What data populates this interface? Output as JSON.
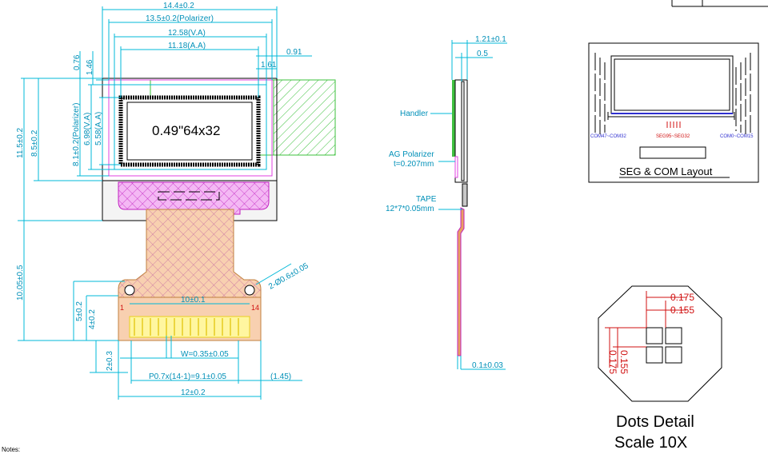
{
  "front_view": {
    "width_overall": "14.4±0.2",
    "width_polarizer": "13.5±0.2(Polarizer)",
    "width_va": "12.58(V.A)",
    "width_aa": "11.18(A.A)",
    "offset_091": "0.91",
    "offset_161": "1.61",
    "top_076": "0.76",
    "top_146": "1.46",
    "height_polarizer": "8.1±0.2(Polarizer)",
    "height_va": "6.98(V.A)",
    "height_aa": "5.58(A.A)",
    "height_glass": "8.5±0.2",
    "height_total": "11.5±0.2",
    "height_fpc": "10.05±0.5",
    "display_label": "0.49\"64x32",
    "pin_first": "1",
    "pin_last": "14",
    "hole_span": "10±0.1",
    "hole_dia": "2-Ø0.6±0.05",
    "fpc_5": "5±0.2",
    "fpc_4": "4±0.2",
    "fpc_2": "2±0.3",
    "pin_width": "W=0.35±0.05",
    "pitch": "P0.7x(14-1)=9.1±0.05",
    "edge_145": "(1.45)",
    "fpc_width": "12±0.2"
  },
  "side_view": {
    "thickness": "1.21±0.1",
    "polarizer_thk": "0.5",
    "handler": "Handler",
    "ag_polarizer_1": "AG Polarizer",
    "ag_polarizer_2": "t=0.207mm",
    "tape_1": "TAPE",
    "tape_2": "12*7*0.05mm",
    "fpc_thk": "0.1±0.03"
  },
  "layout": {
    "com_left": "COM47~COM32",
    "seg": "SEG95~SEG32",
    "com_right": "COM0~COM15",
    "title": "SEG & COM Layout"
  },
  "dots": {
    "d1": "0.175",
    "d2": "0.155",
    "d3": "0.155",
    "d4": "0.175",
    "title_1": "Dots Detail",
    "title_2": "Scale 10X"
  },
  "notes": "Notes:",
  "colors": {
    "dimension": "#00b8d8",
    "fpc": "#e8a060",
    "bonding": "#e040e0",
    "tape": "#40c040",
    "contacts": "#f0e020"
  }
}
